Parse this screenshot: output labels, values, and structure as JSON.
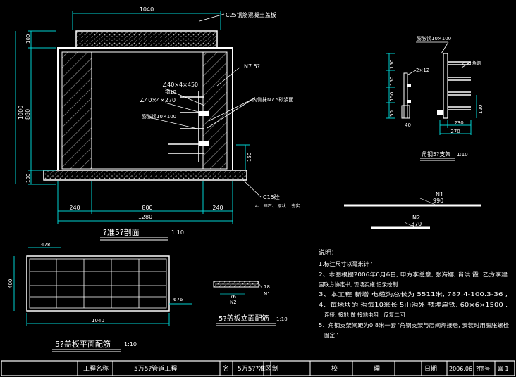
{
  "colors": {
    "background": "#000000",
    "line": "#ffffff",
    "dim": "#00d2d2",
    "hatch": "#b4b4b4",
    "wall": "#9a9a9a",
    "red": "#ff3030",
    "yellow": "#ffff00"
  },
  "section": {
    "top_width_dim": "1040",
    "cover_note": "C25钢筋混凝土盖板",
    "wall_note": "N7.5?",
    "angle1": "∠40×4×450",
    "rebar_label": "钢10",
    "angle2": "∠40×4×270",
    "rebar_label2": "膨胀钢10×100",
    "wall_note2": "内侧抹N7.5砂浆面",
    "dim_left_100a": "100",
    "dim_left_1000": "1000",
    "dim_left_880": "880",
    "dim_left_100b": "100",
    "dim_right_150": "150",
    "base_note": "C15砼",
    "base_note2": "4、 碎石、 原状土 夯实",
    "dim_240a": "240",
    "dim_800": "800",
    "dim_240b": "240",
    "dim_1280": "1280",
    "title": "?准5?剖面",
    "scale": "1:10"
  },
  "bracket": {
    "label_top": "膨胀钢10×100",
    "label_2x12": "2×12",
    "label_angle": "∠10 角钢",
    "dim_150a": "150",
    "dim_150b": "150",
    "dim_150c": "150",
    "dim_50": "50",
    "dim_40": "40",
    "dim_120": "120",
    "dim_230": "230",
    "dim_270": "270",
    "title": "角钢5?支架",
    "scale": "1:10"
  },
  "pipes": {
    "n1_label": "N1",
    "n1_length": "990",
    "n2_label": "N2",
    "n2_length": "370"
  },
  "plan": {
    "dim_top": "478",
    "dim_left": "400",
    "dim_right": "676",
    "dim_bottom": "1040",
    "title": "5?盖板平面配筋",
    "scale": "1:10"
  },
  "elev": {
    "dim_78": "78",
    "dim_76": "76",
    "n1": "N1",
    "n2": "N2",
    "title": "5?盖板立面配筋",
    "scale": "1:10"
  },
  "notes": {
    "heading": "说明：",
    "lines": [
      "1.标注尺寸以毫米计 '",
      "2、本图根据2006年6月6日, 甲方李总意, 张海娜, 肖洪 霞: 乙方李建",
      "国联方协定书, 现场实施 记录绘制 '",
      "3、本工程 新增 电缆沟总长为 5511米, 787.4-100.3-36 ,",
      "4、每地块的 沟每10米长 5山沟外 预埋扁铁, 60×6×1500 ,",
      "连接, 接地 做 接地电阻 , 反复二回 '",
      "5、角钢支架间距为0.8米一套 '角钢支架与层间焊接后, 安装时用膨胀螺栓",
      "固定 '"
    ]
  },
  "title_block": {
    "cells": [
      "工程名称",
      "5万5?管道工程",
      "名",
      "5万5??准区",
      "制",
      "校",
      "理",
      "日期",
      "2006.06",
      "?序号",
      "図 1"
    ]
  }
}
